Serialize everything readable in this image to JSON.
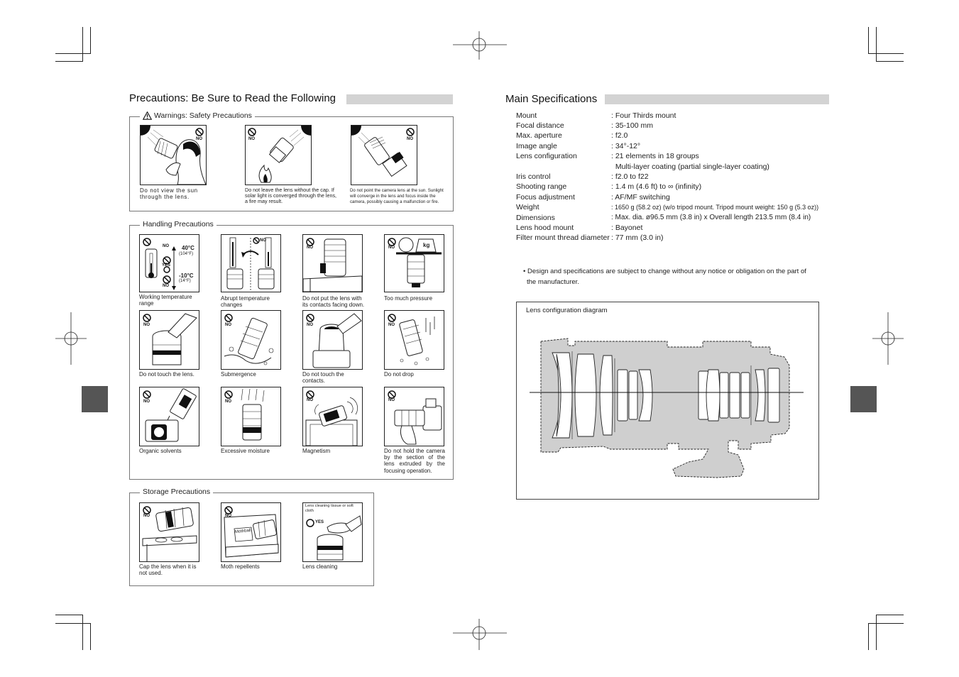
{
  "precautions": {
    "title": "Precautions: Be Sure to Read the Following",
    "warnings": {
      "legend": "Warnings: Safety Precautions",
      "items": [
        {
          "caption": "Do not view the sun through the lens.",
          "marks": [
            "NO"
          ]
        },
        {
          "caption": "Do not leave the lens without the cap. If solar light is converged through the lens, a fire may result.",
          "marks": [
            "NO"
          ]
        },
        {
          "caption": "Do not point the camera lens at the sun. Sunlight will converge in the lens and focus inside the camera, possibly causing a malfunction or fire.",
          "marks": [
            "NO"
          ]
        }
      ]
    },
    "handling": {
      "legend": "Handling Precautions",
      "items": [
        {
          "caption": "Working temperature range",
          "marks": [
            "NO",
            "YES",
            "NO"
          ],
          "temps": [
            "40°C",
            "(104°F)",
            "-10°C",
            "(14°F)"
          ]
        },
        {
          "caption": "Abrupt temperature changes",
          "marks": [
            "NO"
          ]
        },
        {
          "caption": "Do not put the lens with its contacts facing down.",
          "marks": [
            "NO"
          ]
        },
        {
          "caption": "Too much pressure",
          "marks": [
            "NO"
          ],
          "badge": "kg"
        },
        {
          "caption": "Do not touch the lens.",
          "marks": [
            "NO"
          ]
        },
        {
          "caption": "Submergence",
          "marks": [
            "NO"
          ]
        },
        {
          "caption": "Do not touch the contacts.",
          "marks": [
            "NO"
          ]
        },
        {
          "caption": "Do not drop",
          "marks": [
            "NO"
          ]
        },
        {
          "caption": "Organic solvents",
          "marks": [
            "NO"
          ]
        },
        {
          "caption": "Excessive moisture",
          "marks": [
            "NO"
          ]
        },
        {
          "caption": "Magnetism",
          "marks": [
            "NO"
          ]
        },
        {
          "caption": "Do not hold the camera by the section of the lens extruded by the focusing operation.",
          "marks": [
            "NO"
          ]
        }
      ]
    },
    "storage": {
      "legend": "Storage Precautions",
      "items": [
        {
          "caption": "Cap the lens when it is not used.",
          "marks": [
            "NO"
          ]
        },
        {
          "caption": "Moth repellents",
          "marks": [
            "NO"
          ],
          "label": "Mothball"
        },
        {
          "caption": "Lens cleaning",
          "marks": [
            "YES"
          ],
          "note": "Lens cleaning tissue or soft cloth"
        }
      ]
    }
  },
  "specifications": {
    "title": "Main Specifications",
    "rows": [
      {
        "label": "Mount",
        "value": ": Four Thirds mount"
      },
      {
        "label": "Focal distance",
        "value": ": 35-100 mm"
      },
      {
        "label": "Max. aperture",
        "value": ": f2.0"
      },
      {
        "label": "Image angle",
        "value": ": 34°-12°"
      },
      {
        "label": "Lens configuration",
        "value": ": 21 elements in 18 groups"
      },
      {
        "label": "",
        "value": "  Multi-layer coating (partial single-layer coating)"
      },
      {
        "label": "Iris control",
        "value": ": f2.0 to f22"
      },
      {
        "label": "Shooting range",
        "value": ": 1.4 m (4.6 ft) to ∞ (infinity)"
      },
      {
        "label": "Focus adjustment",
        "value": ": AF/MF switching"
      },
      {
        "label": "Weight",
        "value": ": 1650 g (58.2 oz) (w/o tripod mount. Tripod mount weight: 150 g (5.3 oz))"
      },
      {
        "label": "Dimensions",
        "value": ": Max. dia. ø96.5 mm (3.8 in) x Overall length 213.5 mm (8.4 in)"
      },
      {
        "label": "Lens hood mount",
        "value": ": Bayonet"
      },
      {
        "label": "Filter mount thread diameter",
        "value": ": 77 mm (3.0 in)"
      }
    ],
    "note_line1": "• Design and specifications are subject to change without any notice or obligation on the part of",
    "note_line2": "the manufacturer.",
    "diagram_label": "Lens configuration diagram"
  },
  "colors": {
    "title_bar": "#d3d3d3",
    "side_tab": "#555555",
    "lens_body": "#cfcfcf"
  }
}
